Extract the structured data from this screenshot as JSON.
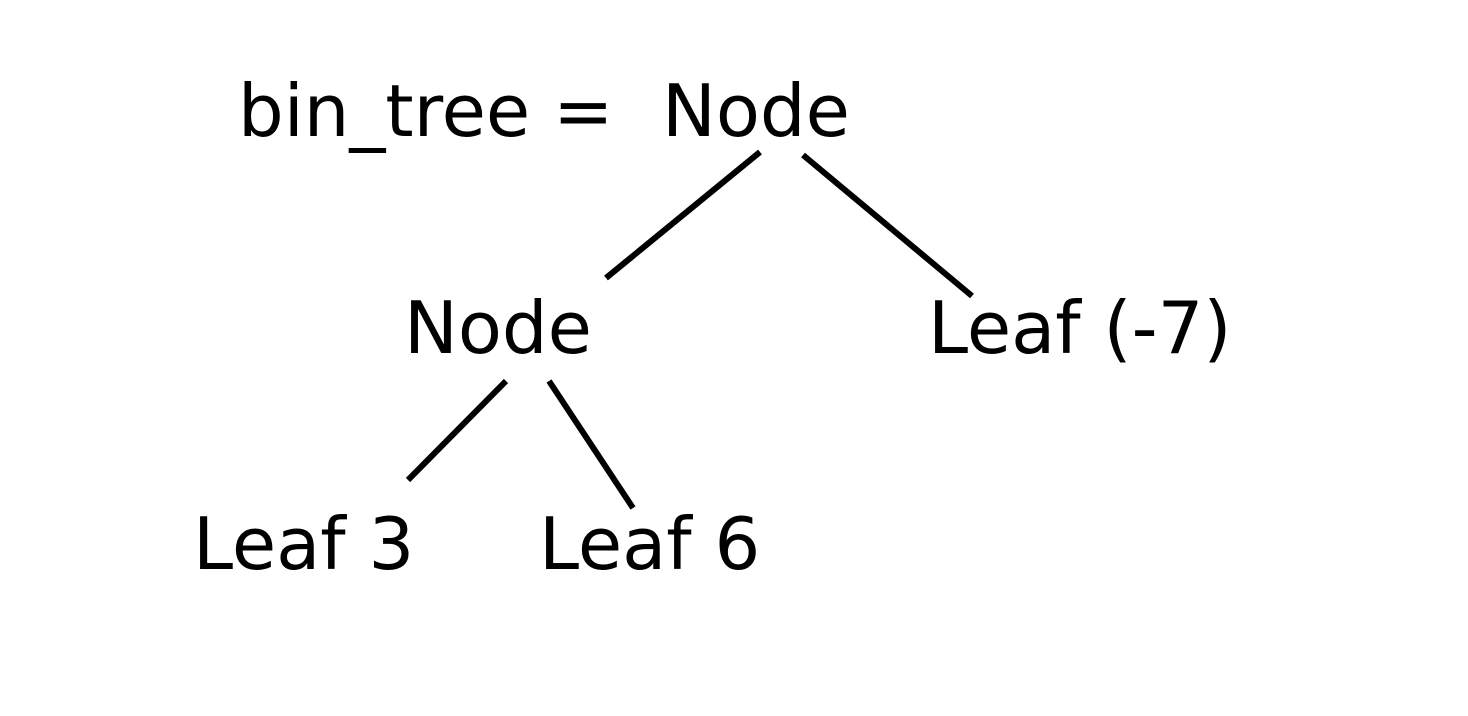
{
  "assignment": "bin_tree =",
  "tree": {
    "root": "Node",
    "left": {
      "label": "Node",
      "left": "Leaf 3",
      "right": "Leaf 6"
    },
    "right": "Leaf (-7)"
  },
  "colors": {
    "text": "#000000",
    "edge": "#000000",
    "background": "#ffffff"
  }
}
